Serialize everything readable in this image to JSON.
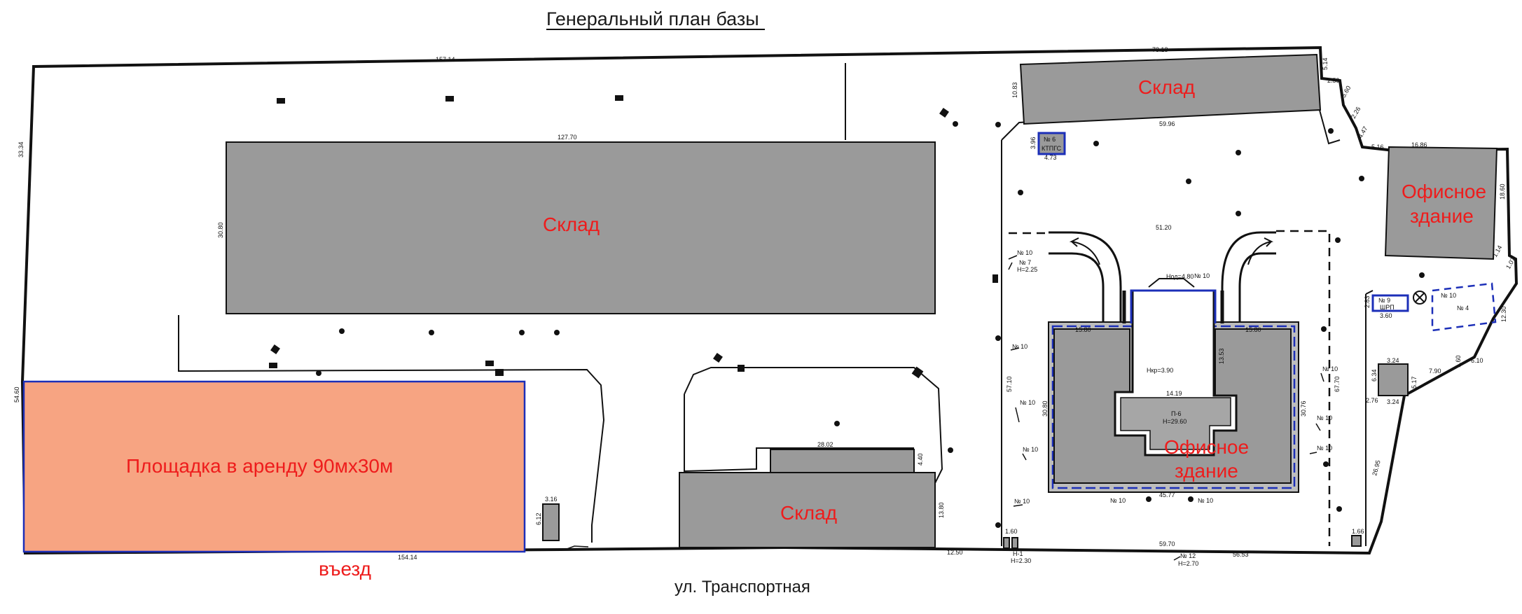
{
  "title": "Генеральный план базы",
  "street": "ул. Транспортная",
  "entry_label": "въезд",
  "colors": {
    "building": "#9a9a9a",
    "rental_area": "#f7a482",
    "rental_border": "#1c2fb8",
    "label_red": "#ee1c1c",
    "blue_structure": "#1c2fb8"
  },
  "buildings": {
    "warehouse_main": "Склад",
    "warehouse_top_right": "Склад",
    "warehouse_bottom": "Склад",
    "office_right_1": "Офисное",
    "office_right_2": "здание",
    "office_center_1": "Офисное",
    "office_center_2": "здание"
  },
  "rental_area": {
    "label": "Площадка в аренду 90мх30м"
  },
  "dimensions": {
    "d_157_14": "157.14",
    "d_73_13": "73.13",
    "d_127_70": "127.70",
    "d_33_34": "33.34",
    "d_30_80": "30.80",
    "d_54_60": "54.60",
    "d_154_14": "154.14",
    "d_3_16": "3.16",
    "d_6_12": "6.12",
    "d_28_02": "28.02",
    "d_4_40": "4.40",
    "d_13_80": "13.80",
    "d_12_50": "12.50",
    "d_1_60a": "1.60",
    "d_59_70": "59.70",
    "d_56_53": "56.53",
    "d_10_83": "10.83",
    "d_59_96": "59.96",
    "d_51_20": "51.20",
    "d_15_80a": "15.80",
    "d_15_80b": "15.80",
    "d_14_19": "14.19",
    "d_30_80b": "30.80",
    "d_30_76": "30.76",
    "d_45_77": "45.77",
    "d_13_53": "13.53",
    "d_57_10": "57.10",
    "d_67_70": "67.70",
    "d_5_14": "5.14",
    "d_2_59": "2.59",
    "d_5_60": "5.60",
    "d_2_26": "2.26",
    "d_4_47": "4.47",
    "d_5_16": "5.16",
    "d_16_86": "16.86",
    "d_18_60": "18.60",
    "d_1_14": "1.14",
    "d_1_07": "1.07",
    "d_12_30": "12.30",
    "d_6_10": "6.10",
    "d_1_60b": "1.60",
    "d_7_90": "7.90",
    "d_5_17": "5.17",
    "d_3_24a": "3.24",
    "d_3_24b": "3.24",
    "d_6_34": "6.34",
    "d_2_76": "2.76",
    "d_26_95": "26.95",
    "d_1_66": "1.66",
    "d_3_96": "3.96",
    "d_4_73": "4.73",
    "d_2_83": "2.83",
    "d_3_60": "3.60"
  },
  "annotations": {
    "ktpg": "КТПГС",
    "no6": "№ 6",
    "no7": "№ 7",
    "h225": "Н=2.25",
    "no10": "№ 10",
    "hop": "Нод=4.80",
    "hrp": "Нкр=3.90",
    "p6": "П-6",
    "h2960": "Н=29.60",
    "no12": "№ 12",
    "h270": "Н=2.70",
    "h1": "Н-1",
    "h230": "Н=2.30",
    "no9": "№ 9",
    "shpr": "ШРП",
    "no4": "№ 4"
  }
}
